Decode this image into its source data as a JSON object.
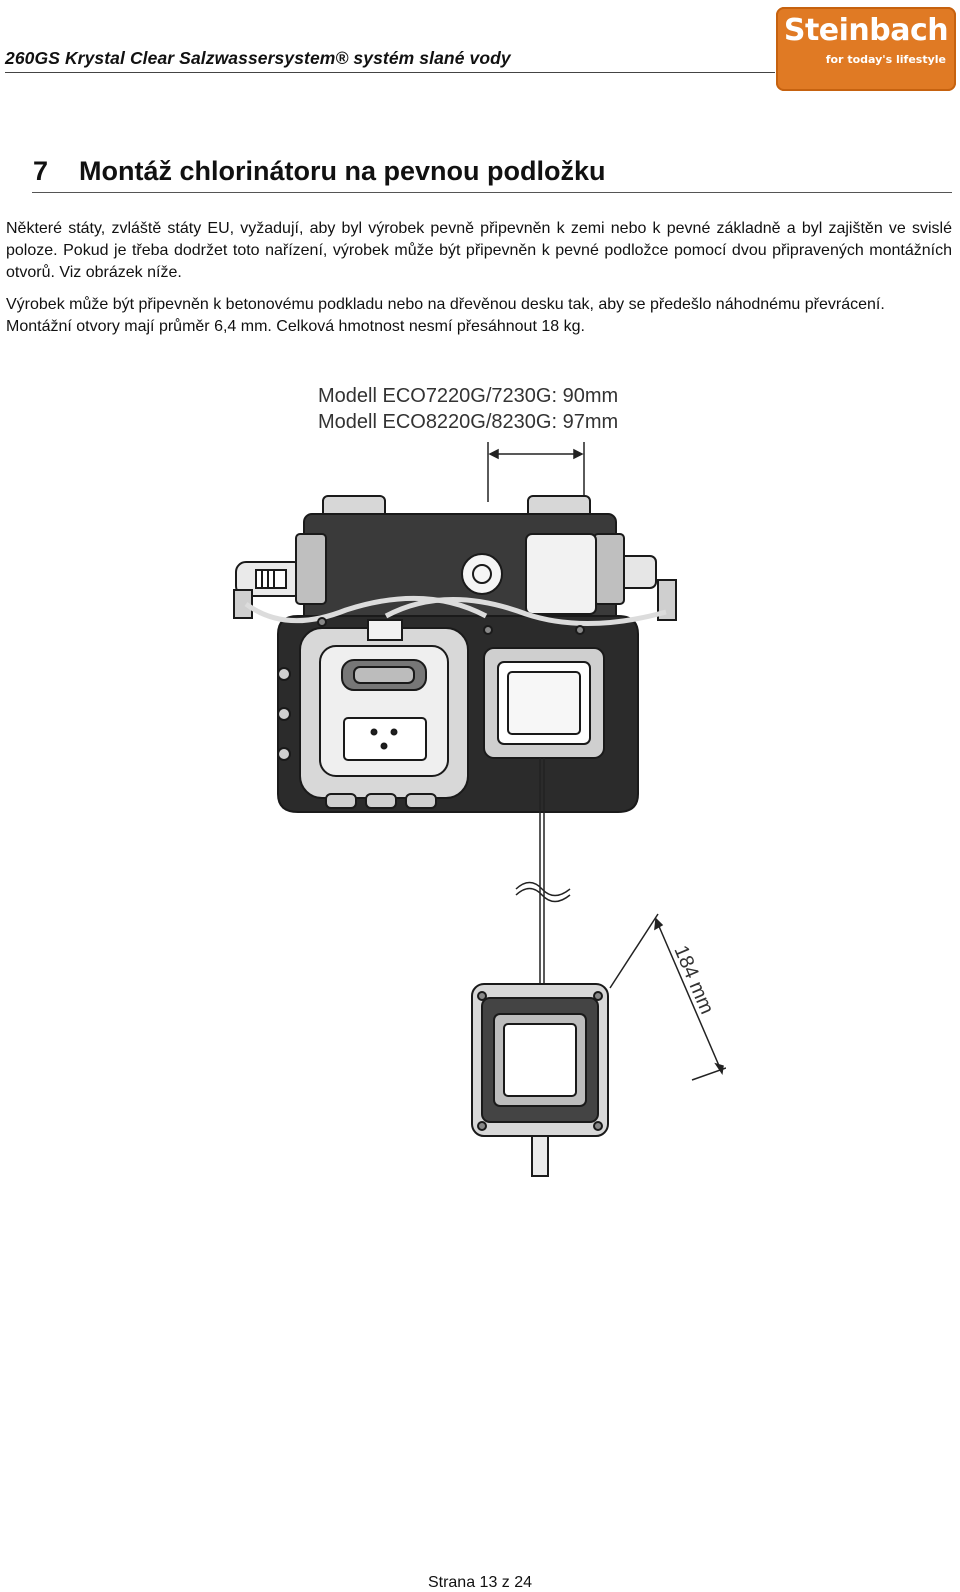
{
  "header": {
    "title": "260GS Krystal Clear Salzwassersystem® systém slané vody",
    "logo": {
      "name": "Steinbach",
      "tagline": "for today's lifestyle",
      "color": "#e07a24"
    }
  },
  "section": {
    "number": "7",
    "title": "Montáž chlorinátoru na pevnou podložku"
  },
  "body": {
    "paragraph_1": "Některé státy, zvláště státy EU, vyžadují, aby byl výrobek pevně připevněn k zemi nebo k pevné základně a byl zajištěn ve svislé poloze. Pokud je třeba dodržet toto nařízení, výrobek může být připevněn k pevné podložce pomocí dvou připravených montážních otvorů. Viz obrázek níže.",
    "paragraph_2": "Výrobek může být připevněn k betonovému podkladu nebo na dřevěnou desku tak, aby se předešlo náhodnému převrácení. Montážní otvory mají průměr 6,4 mm. Celková hmotnost nesmí přesáhnout 18 kg."
  },
  "figure": {
    "label_line_1": "Modell ECO7220G/7230G: 90mm",
    "label_line_2": "Modell ECO8220G/8230G: 97mm",
    "dimension_label": "184 mm"
  },
  "footer": {
    "page": "Strana 13 z 24"
  }
}
